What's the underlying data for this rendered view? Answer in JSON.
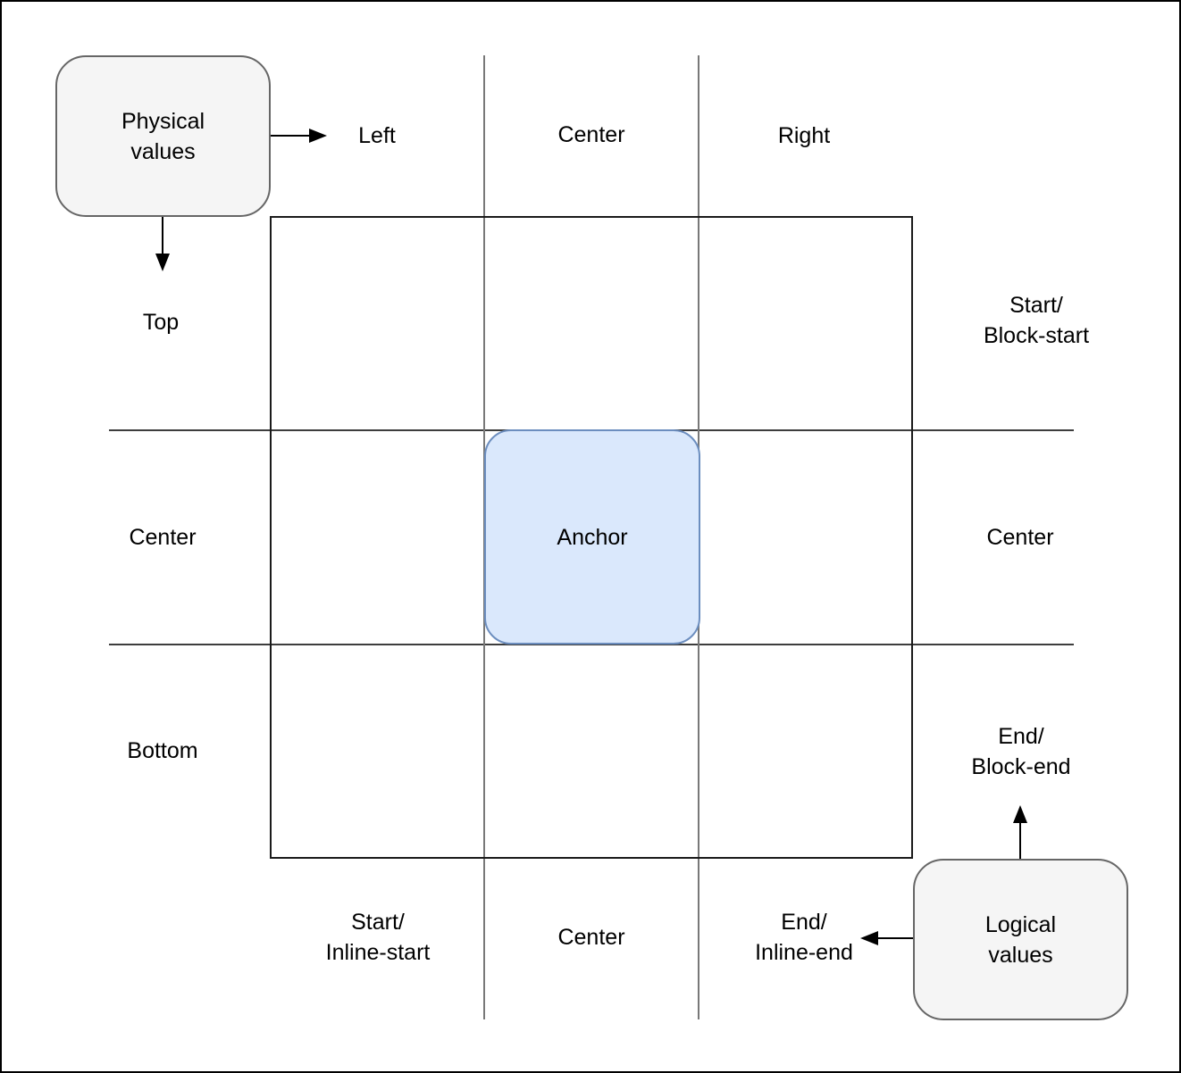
{
  "diagram": {
    "anchor_label": "Anchor",
    "physical_values_label": "Physical\nvalues",
    "logical_values_label": "Logical\nvalues",
    "labels": {
      "top_row": {
        "left": "Left",
        "center": "Center",
        "right": "Right"
      },
      "left_column": {
        "top": "Top",
        "center": "Center",
        "bottom": "Bottom"
      },
      "right_column": {
        "top": "Start/\nBlock-start",
        "center": "Center",
        "bottom": "End/\nBlock-end"
      },
      "bottom_row": {
        "start": "Start/\nInline-start",
        "center": "Center",
        "end": "End/\nInline-end"
      }
    },
    "colors": {
      "anchor_fill": "#dae8fc",
      "anchor_stroke": "#6c8ebf",
      "value_box_fill": "#f5f5f5",
      "value_box_stroke": "#666666",
      "inner_box_stroke": "#1a1a1a",
      "grid_h_stroke": "#3d3d3d",
      "grid_v_stroke": "#787878",
      "arrow_color": "#000000",
      "canvas_border": "#000000",
      "text_color": "#000000"
    }
  }
}
